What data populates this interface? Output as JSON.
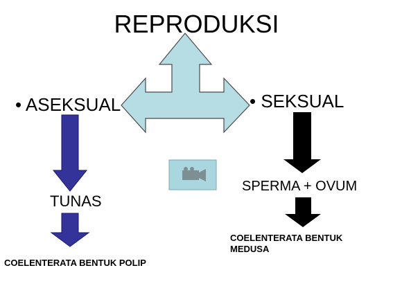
{
  "title": "REPRODUKSI",
  "left_branch": {
    "bullet": "•",
    "label": "ASEKSUAL",
    "step": "TUNAS",
    "result": "COELENTERATA BENTUK POLIP"
  },
  "right_branch": {
    "bullet": "•",
    "label": "SEKSUAL",
    "step": "SPERMA + OVUM",
    "result_line1": "COELENTERATA BENTUK",
    "result_line2": "MEDUSA"
  },
  "colors": {
    "center_arrow_fill": "#b7dde4",
    "left_arrows": "#333399",
    "right_arrows": "#000000",
    "media_icon_bg": "#a9d6df"
  },
  "icons": [
    "three-way-arrow-icon",
    "down-arrow-icon",
    "video-camera-icon"
  ]
}
